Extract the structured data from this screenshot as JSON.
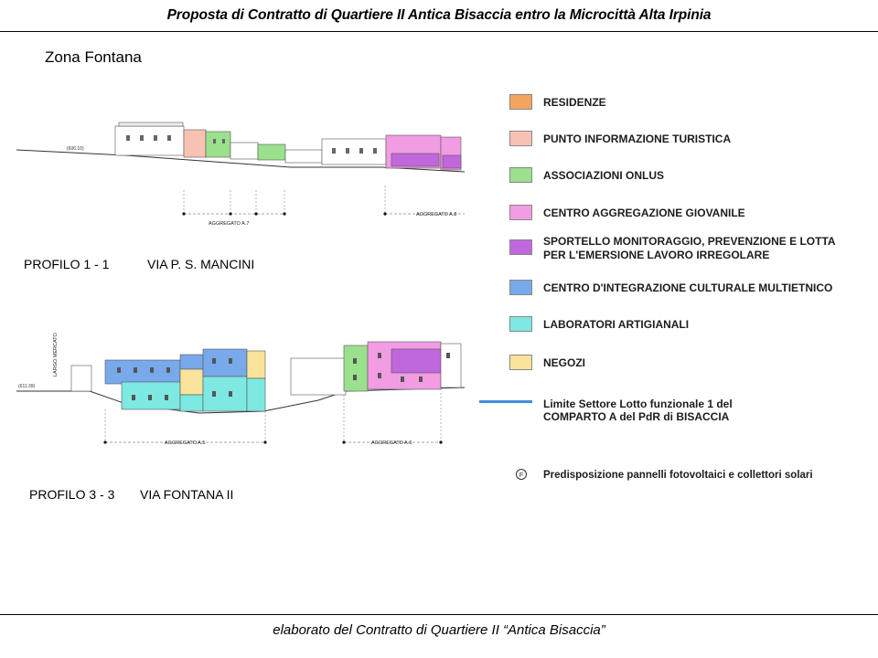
{
  "header": {
    "title": "Proposta di Contratto di Quartiere II Antica Bisaccia entro la Microcittà Alta Irpinia"
  },
  "zone_title": "Zona Fontana",
  "profile1": {
    "label": "PROFILO  1 - 1",
    "street": "VIA P. S. MANCINI",
    "elevation": "(606.10)",
    "aggregates": [
      "AGGREGATO A.7",
      "AGGREGATO A.8"
    ]
  },
  "profile2": {
    "label": "PROFILO  3 - 3",
    "street": "VIA FONTANA II",
    "side_label": "LARGO MERCATO",
    "elevation": "(611.39)",
    "aggregates": [
      "AGGREGATO A.5",
      "AGGREGATO A.6"
    ]
  },
  "legend": [
    {
      "label": "RESIDENZE",
      "color": "#f3a45d"
    },
    {
      "label": "PUNTO INFORMAZIONE TURISTICA",
      "color": "#f8c2b2"
    },
    {
      "label": "ASSOCIAZIONI ONLUS",
      "color": "#9be08d"
    },
    {
      "label": "CENTRO AGGREGAZIONE GIOVANILE",
      "color": "#f29ce3"
    },
    {
      "label_lines": [
        "SPORTELLO MONITORAGGIO, PREVENZIONE E LOTTA",
        "PER L'EMERSIONE LAVORO IRREGOLARE"
      ],
      "color": "#c167dd"
    },
    {
      "label": "CENTRO D'INTEGRAZIONE CULTURALE MULTIETNICO",
      "color": "#78a9ea"
    },
    {
      "label": "LABORATORI ARTIGIANALI",
      "color": "#7ee8e2"
    },
    {
      "label": "NEGOZI",
      "color": "#fae39a"
    }
  ],
  "limit_line": {
    "lines": [
      "Limite Settore Lotto funzionale 1 del",
      "COMPARTO A del PdR di BISACCIA"
    ],
    "color": "#3f8fdc"
  },
  "solar": {
    "symbol": "F",
    "text": "Predisposizione pannelli fotovoltaici e collettori solari"
  },
  "footer": "elaborato del Contratto di Quartiere II  “Antica Bisaccia”"
}
